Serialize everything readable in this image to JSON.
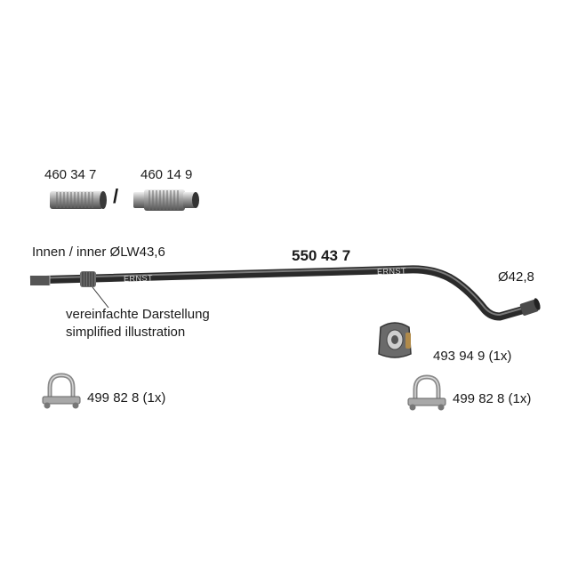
{
  "parts": {
    "flex_a": "460 34 7",
    "separator": "/",
    "flex_b": "460 14 9",
    "main_pipe": "550 43 7",
    "hanger": "493 94 9 (1x)",
    "clamp_left": "499 82 8 (1x)",
    "clamp_right": "499 82 8 (1x)"
  },
  "labels": {
    "inner_diameter": "Innen / inner ØLW43,6",
    "outer_diameter": "Ø42,8",
    "note_de": "vereinfachte Darstellung",
    "note_en": "simplified illustration",
    "brand_mark": "ERNST"
  }
}
